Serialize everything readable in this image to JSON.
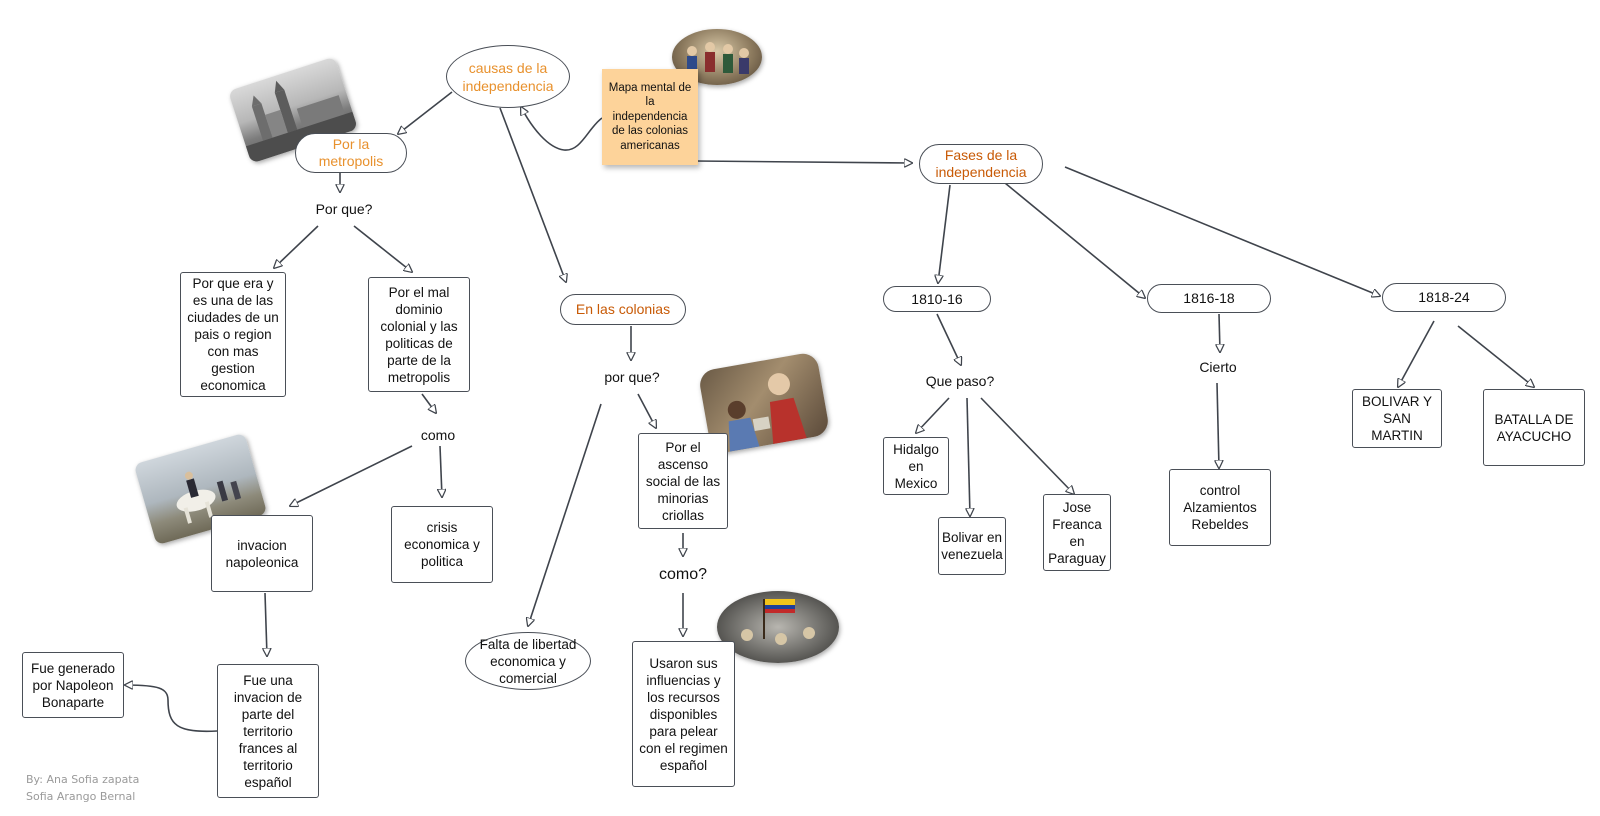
{
  "nodes": {
    "causas": "causas de la independencia",
    "por_metropolis": "Por la metropolis",
    "por_que_1": "Por que?",
    "ciudades": "Por que era y es una de las ciudades de un pais o region con mas gestion economica",
    "mal_dominio": "Por el mal dominio colonial y las politicas de parte de la metropolis",
    "como_1": "como",
    "invacion_napoleonica": "invacion napoleonica",
    "crisis": "crisis economica y politica",
    "invacion_parte": "Fue una invacion de parte del territorio frances al territorio español",
    "generado": "Fue generado por Napoleon Bonaparte",
    "sticky": "Mapa mental de la independencia de las colonias americanas",
    "en_colonias": "En las colonias",
    "por_que_2": "por que?",
    "ascenso": "Por el ascenso social de las minorias criollas",
    "como_2": "como?",
    "usaron": "Usaron sus influencias y los recursos disponibles para pelear con el regimen español",
    "falta_libertad": "Falta de libertad economica y comercial",
    "fases": "Fases de la independencia",
    "f1810": "1810-16",
    "que_paso": "Que paso?",
    "hidalgo": "Hidalgo en Mexico",
    "bolivar_venezuela": "Bolivar en venezuela",
    "jose_freanca": "Jose Freanca en Paraguay",
    "f1816": "1816-18",
    "cierto": "Cierto",
    "control": "control Alzamientos Rebeldes",
    "f1818": "1818-24",
    "bolivar_san_martin": "BOLIVAR Y SAN MARTIN",
    "ayacucho": "BATALLA DE AYACUCHO"
  },
  "credits": {
    "line1": "By: Ana Sofia zapata",
    "line2": "Sofia Arango Bernal"
  },
  "colors": {
    "accent_orange": "#e8912d",
    "dark_orange": "#c85a06",
    "sticky": "#fdd39a",
    "line": "#3f444c"
  },
  "images": [
    "cathedral-photo",
    "independence-painting-photo",
    "napoleon-painting-photo",
    "criollo-portrait-photo",
    "battle-flag-photo"
  ]
}
